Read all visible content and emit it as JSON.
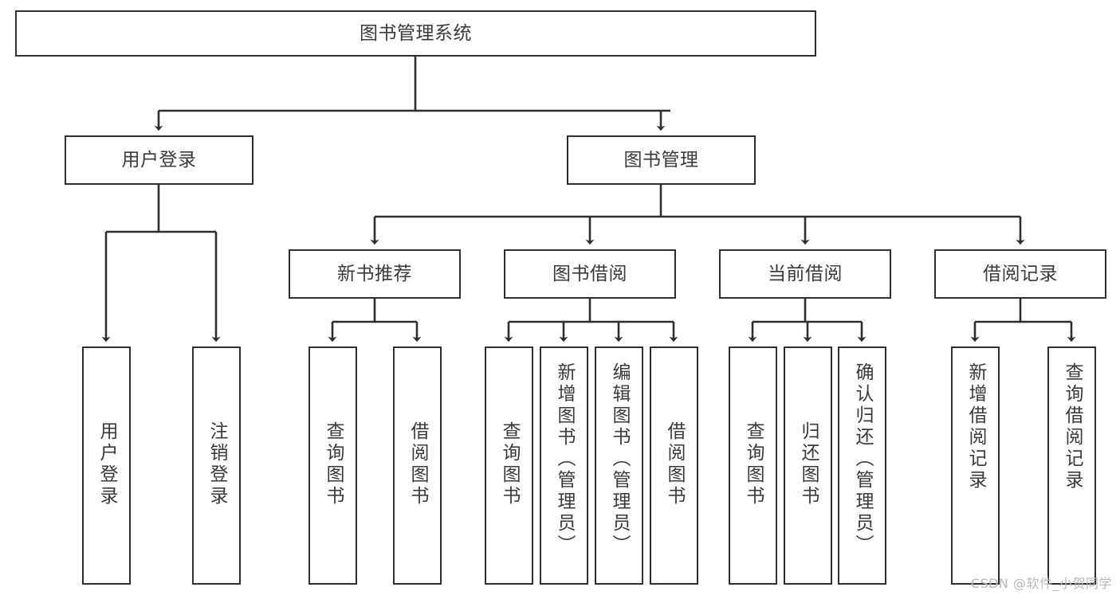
{
  "diagram": {
    "title": "图书管理系统",
    "type": "hierarchy-tree",
    "watermark": "CSDN @软件_小贺同学",
    "colors": {
      "stroke": "#2e2e2e",
      "text": "#3a3a3a",
      "background": "#ffffff",
      "watermark": "#b9b9b9"
    },
    "nodes": {
      "root": {
        "label": "图书管理系统"
      },
      "level2": [
        {
          "label": "用户登录"
        },
        {
          "label": "图书管理"
        }
      ],
      "level3": [
        {
          "label": "新书推荐"
        },
        {
          "label": "图书借阅"
        },
        {
          "label": "当前借阅"
        },
        {
          "label": "借阅记录"
        }
      ],
      "leaves_user_login": [
        {
          "label": "用户登录"
        },
        {
          "label": "注销登录"
        }
      ],
      "leaves_new_book": [
        {
          "label": "查询图书"
        },
        {
          "label": "借阅图书"
        }
      ],
      "leaves_borrow": [
        {
          "label": "查询图书"
        },
        {
          "label": "新增图书（管理员）"
        },
        {
          "label": "编辑图书（管理员）"
        },
        {
          "label": "借阅图书"
        }
      ],
      "leaves_current": [
        {
          "label": "查询图书"
        },
        {
          "label": "归还图书"
        },
        {
          "label": "确认归还（管理员）"
        }
      ],
      "leaves_records": [
        {
          "label": "新增借阅记录"
        },
        {
          "label": "查询借阅记录"
        }
      ]
    }
  }
}
